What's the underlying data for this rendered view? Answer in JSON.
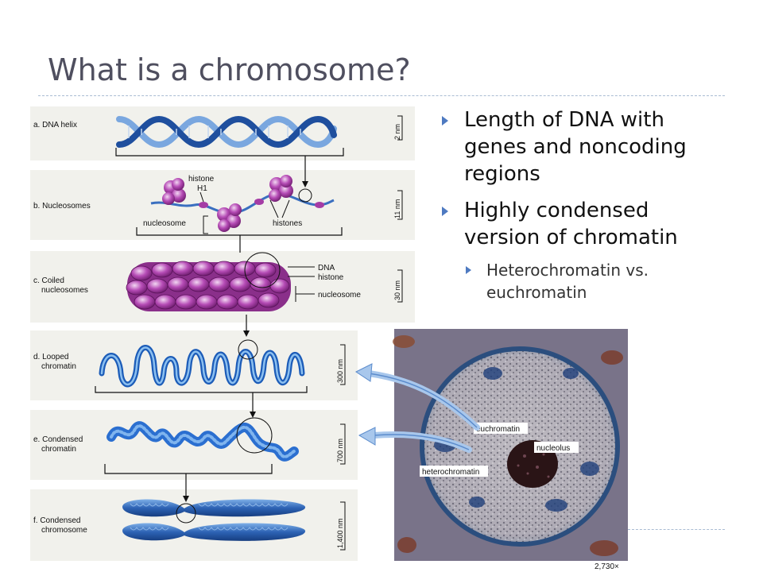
{
  "slide": {
    "title": "What is a chromosome?",
    "bullets": [
      "Length of DNA with genes and noncoding regions",
      "Highly condensed version of chromatin"
    ],
    "sub_bullets": [
      "Heterochromatin vs. euchromatin"
    ]
  },
  "figure": {
    "panels": [
      {
        "label_line1": "a. DNA helix",
        "label_line2": "",
        "scale": "2 nm"
      },
      {
        "label_line1": "b. Nucleosomes",
        "label_line2": "",
        "scale": "11 nm"
      },
      {
        "label_line1": "c. Coiled",
        "label_line2": "nucleosomes",
        "scale": "30 nm"
      },
      {
        "label_line1": "d. Looped",
        "label_line2": "chromatin",
        "scale": "300 nm"
      },
      {
        "label_line1": "e. Condensed",
        "label_line2": "chromatin",
        "scale": "700 nm"
      },
      {
        "label_line1": "f. Condensed",
        "label_line2": "chromosome",
        "scale": "1,400 nm"
      }
    ],
    "annotations": {
      "histone_h1_line1": "histone",
      "histone_h1_line2": "H1",
      "nucleosome": "nucleosome",
      "histones": "histones",
      "dna": "DNA",
      "histone": "histone",
      "nucleosome_c": "nucleosome"
    },
    "micrograph": {
      "euchromatin": "euchromatin",
      "nucleolus": "nucleolus",
      "heterochromatin": "heterochromatin",
      "magnification": "2,730×"
    }
  }
}
